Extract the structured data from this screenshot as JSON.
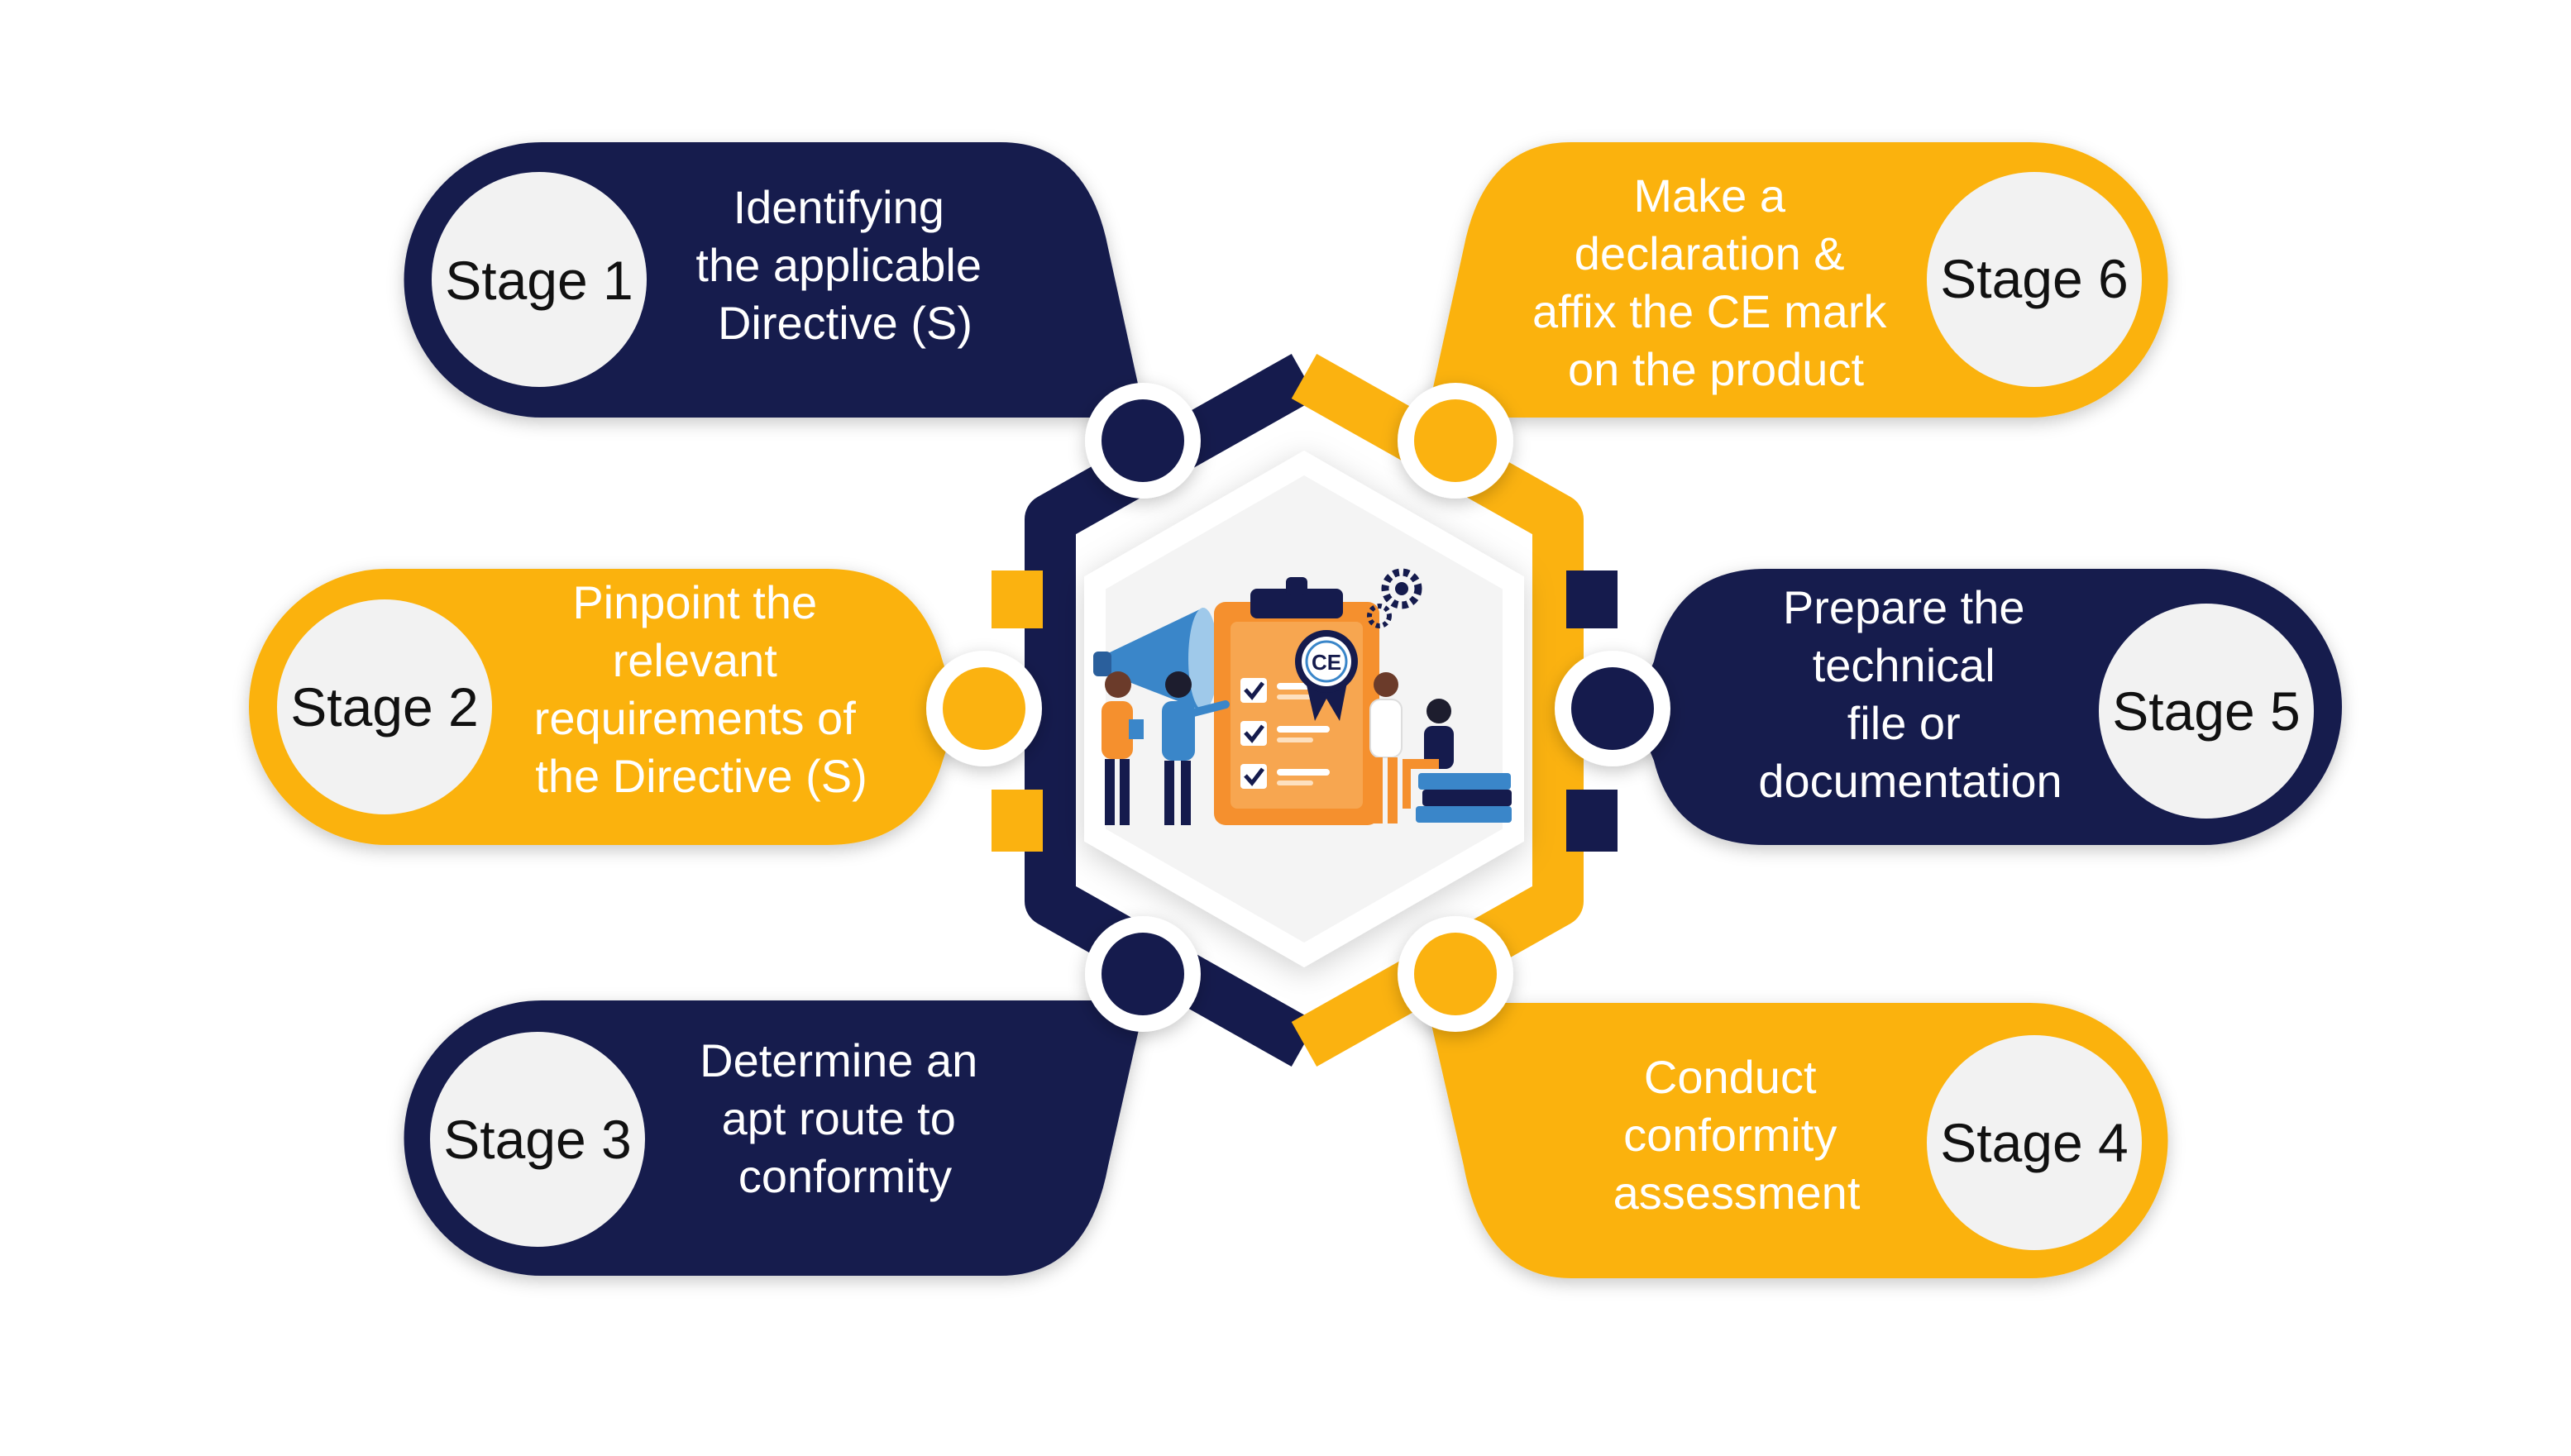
{
  "colors": {
    "navy": "#151b4d",
    "yellow": "#fbb210",
    "circle_fill": "#f2f2f2",
    "text_dark": "#111111",
    "text_light": "#ffffff",
    "illustration_orange": "#f5902e",
    "illustration_blue": "#3a86c9"
  },
  "stages": [
    {
      "stage_label": "Stage 1",
      "lines": [
        "Identifying",
        "the applicable",
        "Directive (S)"
      ],
      "color": "navy",
      "side": "left"
    },
    {
      "stage_label": "Stage 2",
      "lines": [
        "Pinpoint the",
        "relevant",
        "requirements of",
        "the Directive (S)"
      ],
      "color": "yellow",
      "side": "left"
    },
    {
      "stage_label": "Stage 3",
      "lines": [
        "Determine an",
        "apt route to",
        "conformity"
      ],
      "color": "navy",
      "side": "left"
    },
    {
      "stage_label": "Stage 4",
      "lines": [
        "Conduct",
        "conformity",
        "assessment"
      ],
      "color": "yellow",
      "side": "right"
    },
    {
      "stage_label": "Stage 5",
      "lines": [
        "Prepare the",
        "technical",
        "file or",
        "documentation"
      ],
      "color": "navy",
      "side": "right"
    },
    {
      "stage_label": "Stage 6",
      "lines": [
        "Make a",
        "declaration &",
        "affix the CE mark",
        "on the product"
      ],
      "color": "yellow",
      "side": "right"
    }
  ],
  "illustration": {
    "badge_text": "CE",
    "icons": [
      "megaphone-icon",
      "clipboard-icon",
      "checkmark-icon",
      "gear-icon",
      "books-icon",
      "people-icon"
    ]
  }
}
